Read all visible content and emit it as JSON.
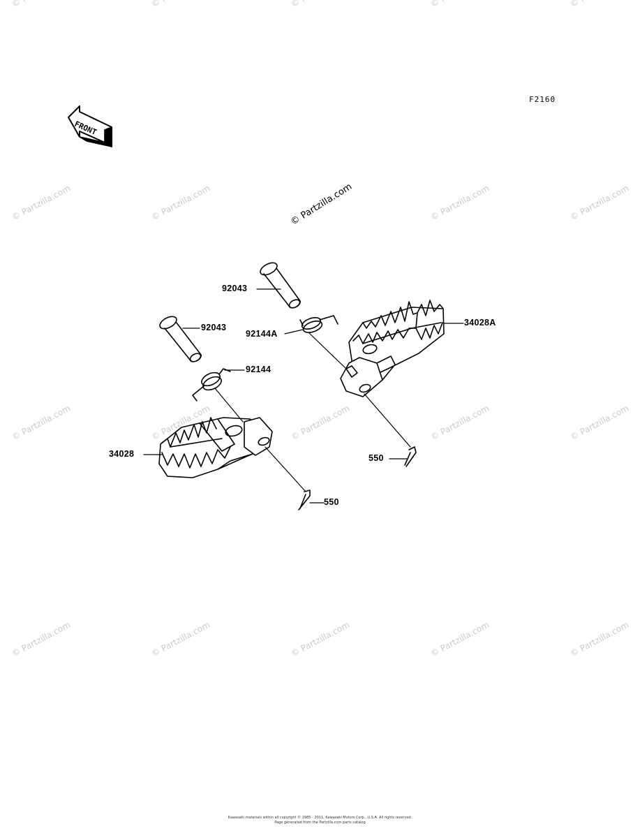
{
  "figure_code": "F2160",
  "front_label": "FRONT",
  "watermark_center": "© Partzilla.com",
  "watermark_repeat": "© Partzilla.com",
  "callouts": {
    "pin_upper": "92043",
    "pin_lower": "92043",
    "spring_a": "92144A",
    "spring": "92144",
    "footpeg_a": "34028A",
    "footpeg": "34028",
    "cotter_right": "550",
    "cotter_left": "550"
  },
  "footer": {
    "line1": "Kawasaki materials within all copyright © 1985 - 2011, Kawasaki Motors Corp., U.S.A. All rights reserved.",
    "line2": "Page generated from the Partzilla.com parts catalog"
  }
}
